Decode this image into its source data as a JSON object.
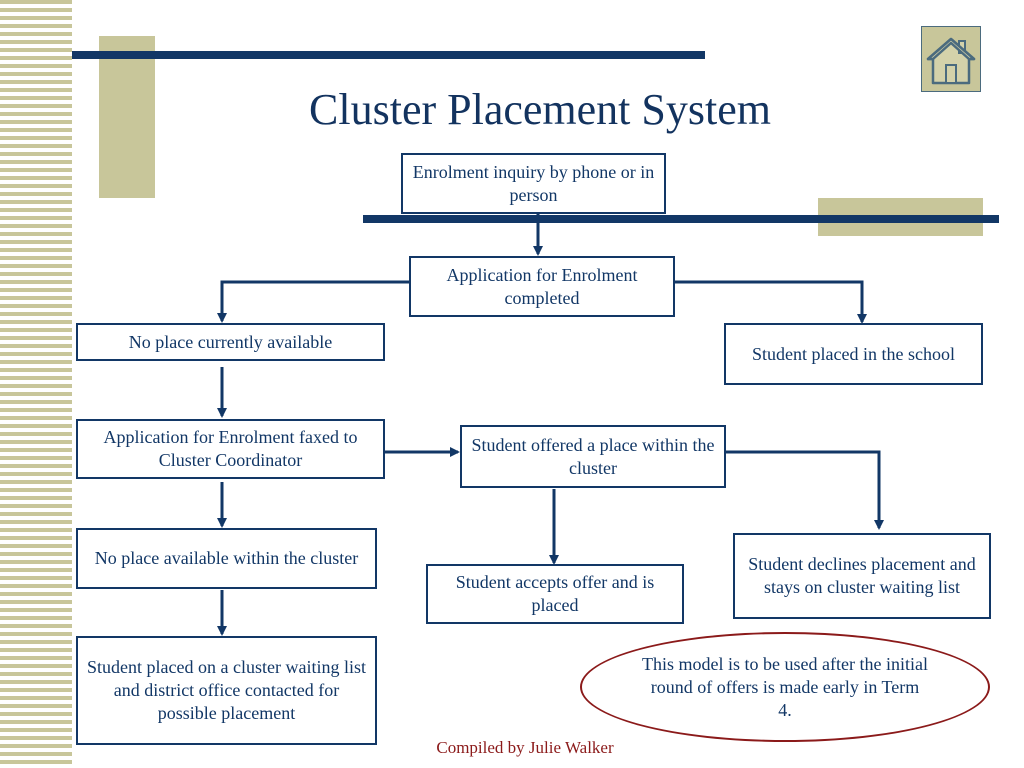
{
  "title": "Cluster Placement System",
  "footer": "Compiled by Julie Walker",
  "home_button": {
    "icon": "home-icon"
  },
  "nodes": {
    "enrolment_inquiry": "Enrolment inquiry by phone or in person",
    "application_completed": "Application for Enrolment completed",
    "no_place_available": "No place currently available",
    "student_placed_school": "Student placed in the school",
    "application_faxed": "Application for Enrolment faxed to Cluster Coordinator",
    "offered_place_cluster": "Student offered a place within the cluster",
    "no_place_cluster": "No place available within the cluster",
    "accepts_offer": "Student accepts offer and is placed",
    "declines_placement": "Student declines placement and stays on cluster waiting list",
    "waiting_list": "Student placed on a cluster waiting list and district office contacted for possible placement"
  },
  "note": "This model is to be used after the initial round of offers is made early in Term 4.",
  "colors": {
    "navy": "#123766",
    "khaki": "#c8c69a",
    "note_border": "#8b1a1a"
  }
}
